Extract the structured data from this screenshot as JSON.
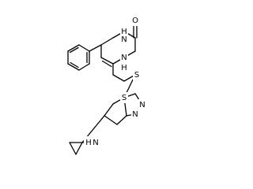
{
  "molecule": {
    "atom_labels": {
      "carbonyl_oxygen": "O",
      "nh_upper": "H",
      "n_upper": "N",
      "nh_lower": "H",
      "n_lower": "N",
      "thioether_sulfur": "S",
      "thiadiazole_sulfur": "S",
      "thiadiazole_n_right": "N",
      "thiadiazole_n_lower": "N",
      "amine_n": "N",
      "amine_h": "H"
    }
  }
}
